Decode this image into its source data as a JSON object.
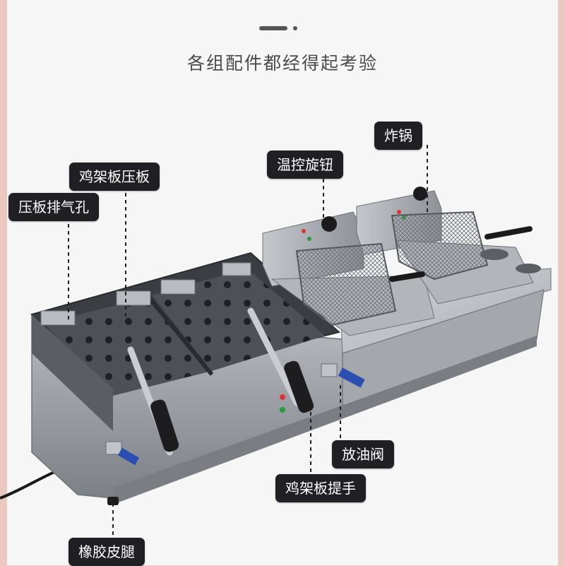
{
  "headline": "各组配件都经得起考验",
  "labels": {
    "fryer_pot": "炸锅",
    "temp_knob": "温控旋钮",
    "rack_press_plate": "鸡架板压板",
    "press_plate_vent": "压板排气孔",
    "oil_valve": "放油阀",
    "rack_handle": "鸡架板提手",
    "rubber_feet": "橡胶皮腿"
  },
  "colors": {
    "label_bg": "#1f1f24",
    "label_text": "#ffffff",
    "page_bg": "#f6f6f7",
    "border": "#ecc9c0",
    "valve_handle": "#2a4fb0"
  }
}
